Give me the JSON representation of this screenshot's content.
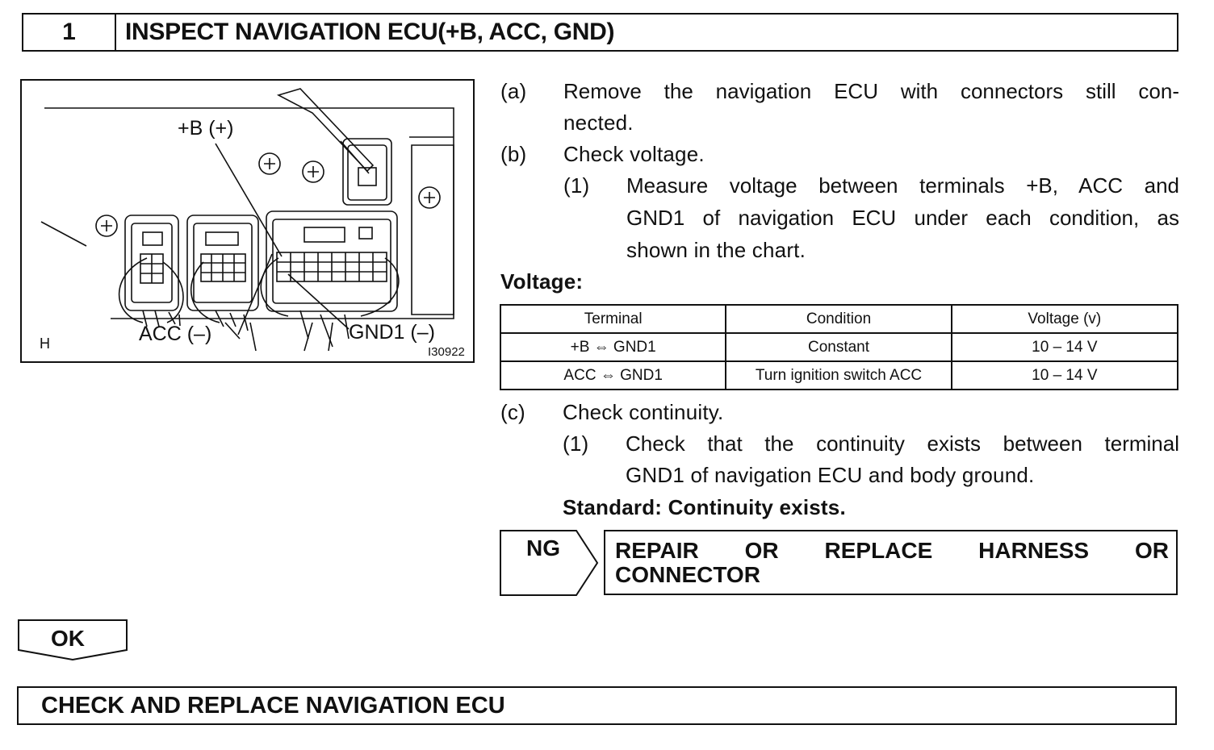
{
  "step": {
    "number": "1",
    "title": "INSPECT NAVIGATION ECU(+B, ACC, GND)"
  },
  "figure": {
    "label_b": "+B (+)",
    "label_acc": "ACC (–)",
    "label_gnd": "GND1 (–)",
    "corner_letter": "H",
    "figure_id": "I30922"
  },
  "instructions": {
    "a_marker": "(a)",
    "a_line1": "Remove the navigation ECU with connectors still con-",
    "a_line2": "nected.",
    "b_marker": "(b)",
    "b_text": "Check voltage.",
    "b1_marker": "(1)",
    "b1_line1": "Measure voltage between terminals +B, ACC and",
    "b1_line2": "GND1 of navigation ECU under each condition, as",
    "b1_line3": "shown in the chart.",
    "voltage_label": "Voltage:",
    "c_marker": "(c)",
    "c_text": "Check continuity.",
    "c1_marker": "(1)",
    "c1_line1": "Check that the continuity exists between terminal",
    "c1_line2": "GND1 of navigation ECU and body ground.",
    "standard": "Standard: Continuity exists."
  },
  "table": {
    "headers": [
      "Terminal",
      "Condition",
      "Voltage (v)"
    ],
    "rows": [
      [
        "+B ⇔ GND1",
        "Constant",
        "10 – 14 V"
      ],
      [
        "ACC ⇔ GND1",
        "Turn ignition switch ACC",
        "10 – 14 V"
      ]
    ]
  },
  "ng": {
    "label": "NG",
    "line1": "REPAIR OR REPLACE HARNESS OR",
    "line2": "CONNECTOR"
  },
  "ok": {
    "label": "OK"
  },
  "final": {
    "text": "CHECK AND REPLACE NAVIGATION ECU"
  }
}
